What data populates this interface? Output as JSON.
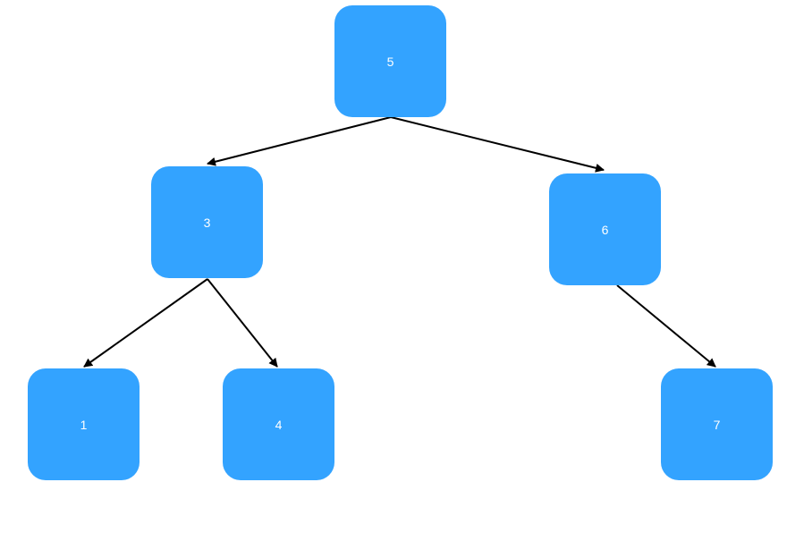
{
  "colors": {
    "node_fill": "#33a3ff",
    "node_text": "#ffffff",
    "edge": "#000000"
  },
  "nodes": [
    {
      "id": "5",
      "label": "5"
    },
    {
      "id": "3",
      "label": "3"
    },
    {
      "id": "6",
      "label": "6"
    },
    {
      "id": "1",
      "label": "1"
    },
    {
      "id": "4",
      "label": "4"
    },
    {
      "id": "7",
      "label": "7"
    }
  ],
  "edges": [
    {
      "from": "5",
      "to": "3"
    },
    {
      "from": "5",
      "to": "6"
    },
    {
      "from": "3",
      "to": "1"
    },
    {
      "from": "3",
      "to": "4"
    },
    {
      "from": "6",
      "to": "7"
    }
  ]
}
